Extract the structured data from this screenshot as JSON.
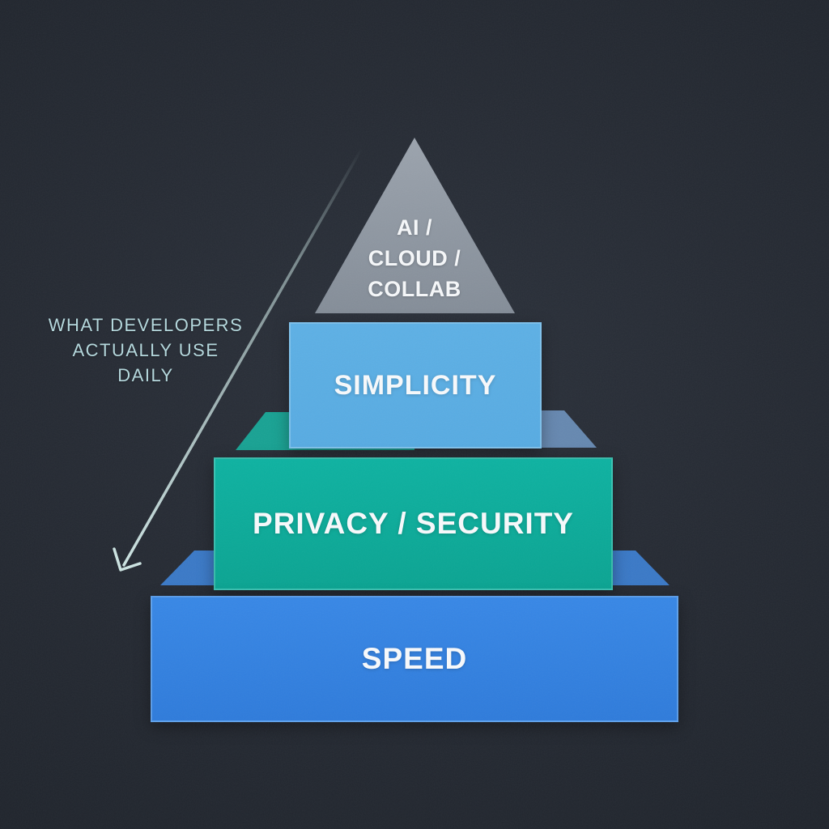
{
  "diagram": {
    "background": "#232830",
    "annotation": {
      "lines": [
        "WHAT DEVELOPERS",
        "ACTUALLY USE",
        "DAILY"
      ],
      "color": "#b5d9de"
    },
    "arrow": {
      "color": "#cfeae8",
      "direction": "down-left"
    },
    "pyramid": {
      "apex": {
        "lines": [
          "AI /",
          "CLOUD /",
          "COLLAB"
        ],
        "fill_top": "#9ba3ad",
        "fill_bottom": "#848d98",
        "text_color": "#f6f8fa"
      },
      "layers": [
        {
          "id": "simplicity",
          "label": "SIMPLICITY",
          "fill": "#58ace2"
        },
        {
          "id": "privacy-security",
          "label": "PRIVACY / SECURITY",
          "fill": "#0caf9e"
        },
        {
          "id": "speed",
          "label": "SPEED",
          "fill": "#3182e2"
        }
      ]
    }
  }
}
